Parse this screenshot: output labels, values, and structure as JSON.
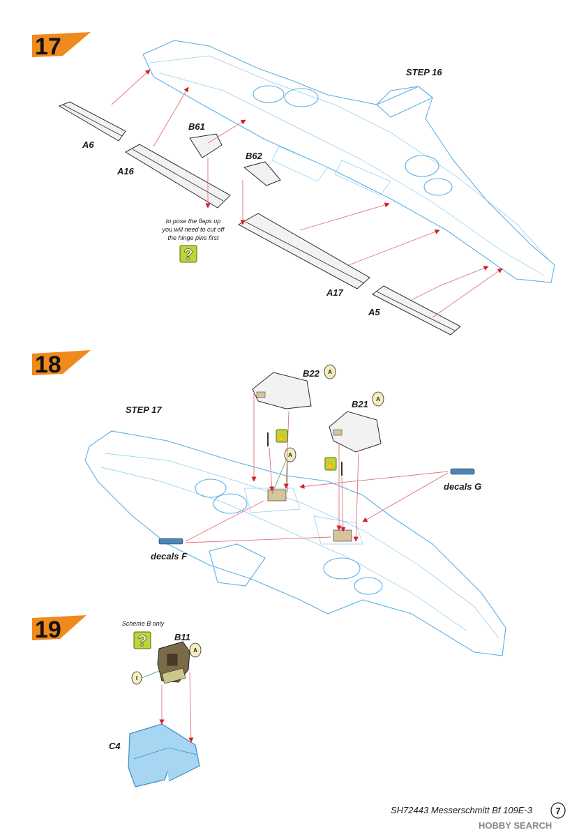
{
  "steps": [
    {
      "number": "17"
    },
    {
      "number": "18"
    },
    {
      "number": "19"
    }
  ],
  "step17": {
    "reference": "STEP 16",
    "parts": {
      "a6": "A6",
      "a16": "A16",
      "b61": "B61",
      "b62": "B62",
      "a17": "A17",
      "a5": "A5"
    },
    "note": [
      "to pose the flaps up",
      "you will need to cut off",
      "the hinge pins first"
    ]
  },
  "step18": {
    "reference": "STEP 17",
    "parts": {
      "b22": "B22",
      "b21": "B21"
    },
    "decals_g": "decals G",
    "decals_f": "decals F",
    "color_code": "A"
  },
  "step19": {
    "note": "Scheme B only",
    "parts": {
      "b11": "B11",
      "c4": "C4"
    },
    "color_code_a": "A",
    "color_code_i": "I"
  },
  "footer": {
    "title": "SH72443 Messerschmitt Bf 109E-3",
    "page": "7",
    "watermark": "HOBBY SEARCH"
  },
  "colors": {
    "step_tab": "#f08a1c",
    "outline": "#5ab0e8",
    "arrow": "#d81e2c",
    "help_icon": "#b9d63a"
  },
  "icons": {
    "help": "question-mark-icon",
    "glue": "hand-icon",
    "paint": "paint-code-icon"
  }
}
